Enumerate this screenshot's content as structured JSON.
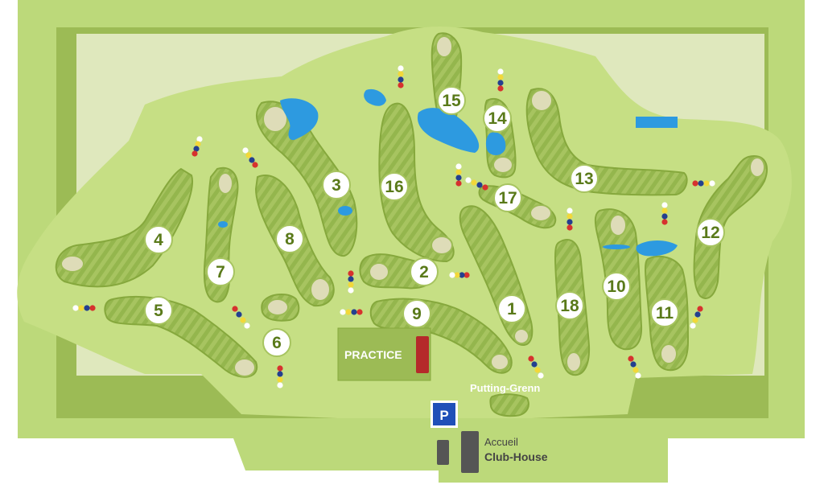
{
  "colors": {
    "background": "#ffffff",
    "property": "#bcd97a",
    "course_area": "#c6df84",
    "rough_border": "#9cbb55",
    "rough_light": "#dfe8bd",
    "fairway": "#94b64d",
    "fairway_stripe": "#a7c460",
    "green": "#b6cf7e",
    "bunker": "#dedcb8",
    "water": "#2d9ae0",
    "practice_fill": "#9cbb55",
    "practice_tee": "#b52a2a",
    "parking": "#1f50b8",
    "building": "#555555",
    "putting_text": "#ffffff",
    "clubhouse_text": "#444444",
    "hole_label_text": "#5a7a1a",
    "tee_white": "#ffffff",
    "tee_yellow": "#f2d83a",
    "tee_blue": "#24408f",
    "tee_red": "#d6322e"
  },
  "holes": [
    {
      "number": "1"
    },
    {
      "number": "2"
    },
    {
      "number": "3"
    },
    {
      "number": "4"
    },
    {
      "number": "5"
    },
    {
      "number": "6"
    },
    {
      "number": "7"
    },
    {
      "number": "8"
    },
    {
      "number": "9"
    },
    {
      "number": "10"
    },
    {
      "number": "11"
    },
    {
      "number": "12"
    },
    {
      "number": "13"
    },
    {
      "number": "14"
    },
    {
      "number": "15"
    },
    {
      "number": "16"
    },
    {
      "number": "17"
    },
    {
      "number": "18"
    }
  ],
  "tee_markers": {
    "colors": [
      "white",
      "yellow",
      "blue",
      "red"
    ]
  },
  "labels": {
    "practice": "PRACTICE",
    "putting_green": "Putting-Grenn",
    "parking": "P",
    "welcome": "Accueil",
    "clubhouse": "Club-House"
  }
}
